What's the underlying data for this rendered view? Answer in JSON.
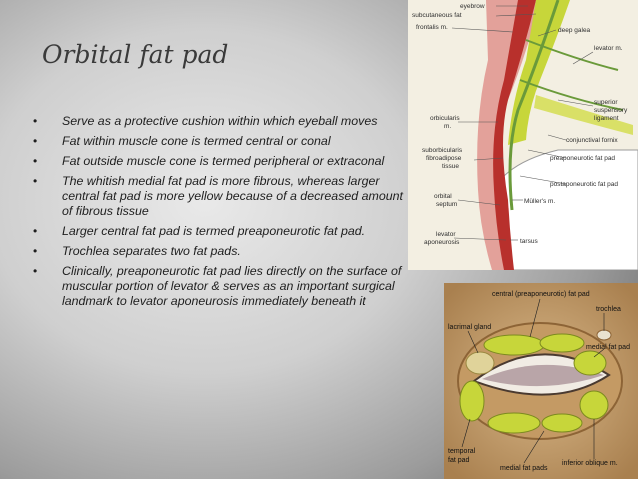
{
  "slide": {
    "title": "Orbital fat pad",
    "bullets": [
      "Serve as a protective cushion within which eyeball moves",
      "Fat within muscle cone is termed central or conal",
      "Fat outside muscle cone is termed peripheral or extraconal",
      "The whitish medial fat pad is more fibrous, whereas larger central fat pad is more yellow because of a decreased amount of fibrous tissue",
      "Larger central fat pad is termed preaponeurotic fat pad.",
      "Trochlea separates two fat pads.",
      "Clinically, preaponeurotic fat pad lies directly on the surface of muscular portion of levator & serves as an important surgical landmark to levator aponeurosis immediately beneath it"
    ]
  },
  "figure_cross_section": {
    "labels": {
      "eyebrow": "eyebrow",
      "subcutaneous_fat": "subcutaneous fat",
      "frontalis": "frontalis m.",
      "deep_galea": "deep galea",
      "levator": "levator m.",
      "superior_suspensory_1": "superior",
      "superior_suspensory_2": "suspensory",
      "superior_suspensory_3": "ligament",
      "conjunctival_fornix": "conjunctival fornix",
      "orbicularis_1": "orbicularis",
      "orbicularis_2": "m.",
      "suborbicularis_1": "suborbicularis",
      "suborbicularis_2": "fibroadipose",
      "suborbicularis_3": "tissue",
      "preaponeurotic_fat_pad": "preaponeurotic fat pad",
      "postaponeurotic_fat_pad": "postaponeurotic fat pad",
      "orbital_septum_1": "orbital",
      "orbital_septum_2": "septum",
      "mullers_m": "Müller's m.",
      "levator_aponeurosis_1": "levator",
      "levator_aponeurosis_2": "aponeurosis",
      "tarsus": "tarsus"
    }
  },
  "figure_eye": {
    "labels": {
      "central_fat_pad": "central (preaponeurotic) fat pad",
      "trochlea": "trochlea",
      "lacrimal_gland": "lacrimal gland",
      "medial_fat_pad": "medial fat pad",
      "temporal_fat_pad_1": "temporal",
      "temporal_fat_pad_2": "fat pad",
      "medial_fat_pads": "medial fat pads",
      "inferior_oblique": "inferior oblique m."
    }
  },
  "colors": {
    "fat_yellow": "#c7d63a",
    "muscle_red": "#b8302c",
    "tissue_pink": "#e3a19a"
  }
}
